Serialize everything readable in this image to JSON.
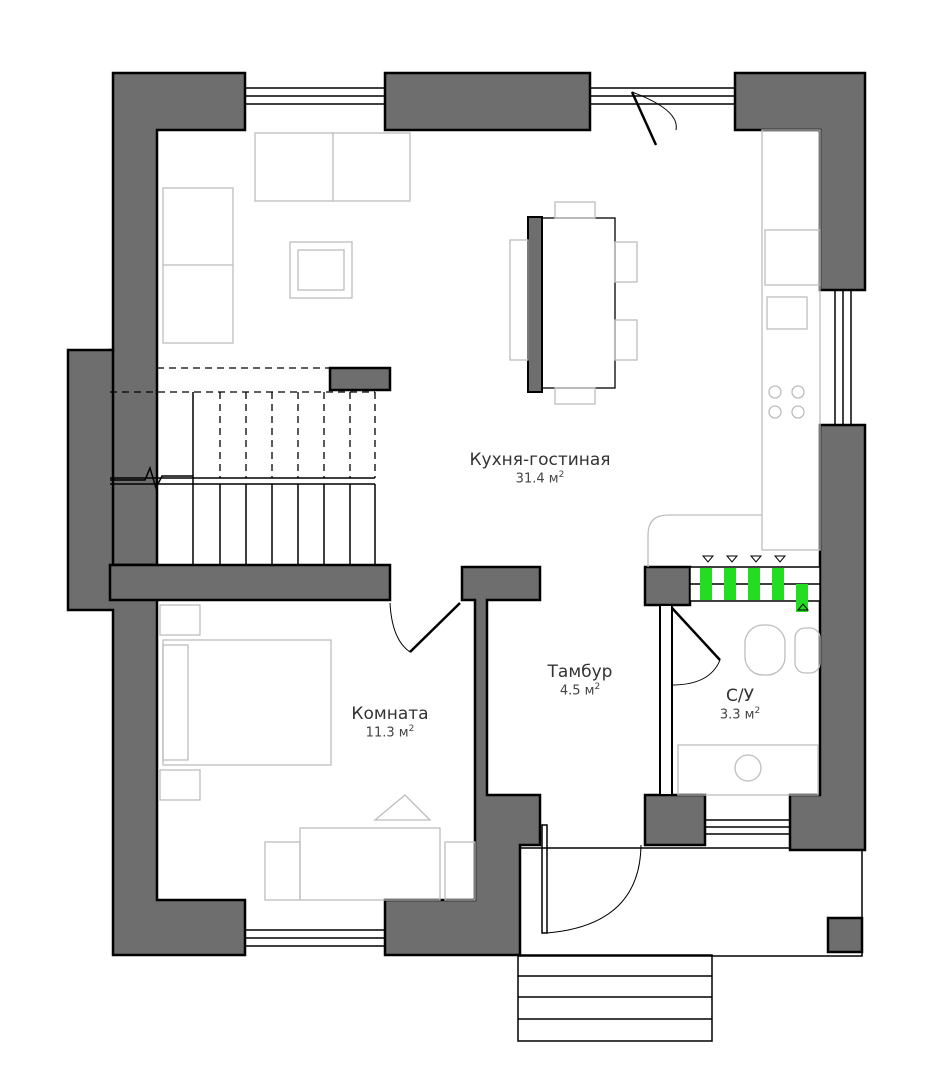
{
  "rooms": [
    {
      "name": "Кухня-гостиная",
      "area": "31.4",
      "unit": "м",
      "unit_exp": "2"
    },
    {
      "name": "Тамбур",
      "area": "4.5",
      "unit": "м",
      "unit_exp": "2"
    },
    {
      "name": "Комната",
      "area": "11.3",
      "unit": "м",
      "unit_exp": "2"
    },
    {
      "name": "С/У",
      "area": "3.3",
      "unit": "м",
      "unit_exp": "2"
    }
  ],
  "colors": {
    "wall": "#6e6e6e",
    "heating": "#22dd22"
  }
}
